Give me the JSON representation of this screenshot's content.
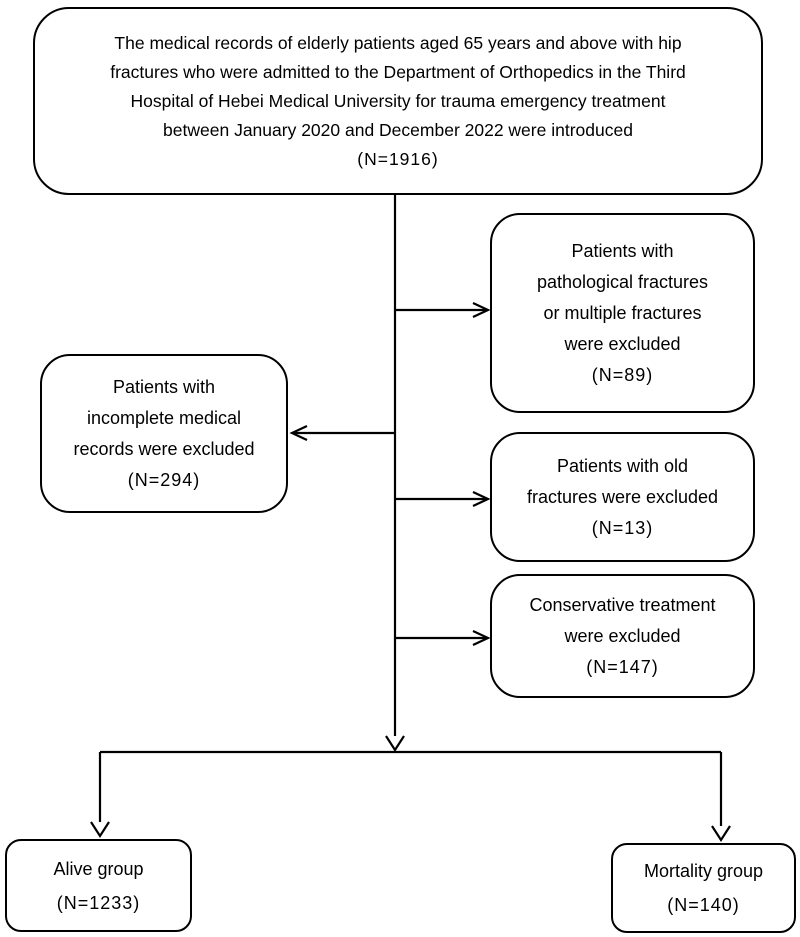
{
  "diagram": {
    "type": "flowchart",
    "background_color": "#ffffff",
    "line_color": "#000000",
    "text_color": "#000000",
    "boxes": {
      "source": {
        "lines": [
          "The medical records of elderly patients aged 65 years and above with hip",
          "fractures who were admitted to the Department of Orthopedics in the Third",
          "Hospital of Hebei Medical University for trauma emergency treatment",
          "between January 2020 and December 2022 were introduced",
          "(N=1916)"
        ]
      },
      "excluded_pathological": {
        "lines": [
          "Patients with",
          "pathological fractures",
          "or multiple fractures",
          "were excluded",
          "(N=89)"
        ]
      },
      "excluded_incomplete": {
        "lines": [
          "Patients with",
          "incomplete medical",
          "records were excluded",
          "(N=294)"
        ]
      },
      "excluded_old_fractures": {
        "lines": [
          "Patients with old",
          "fractures were excluded",
          "(N=13)"
        ]
      },
      "excluded_conservative": {
        "lines": [
          "Conservative treatment",
          "were excluded",
          "(N=147)"
        ]
      },
      "alive_group": {
        "lines": [
          "Alive group",
          "(N=1233)"
        ]
      },
      "mortality_group": {
        "lines": [
          "Mortality group",
          "(N=140)"
        ]
      }
    }
  }
}
